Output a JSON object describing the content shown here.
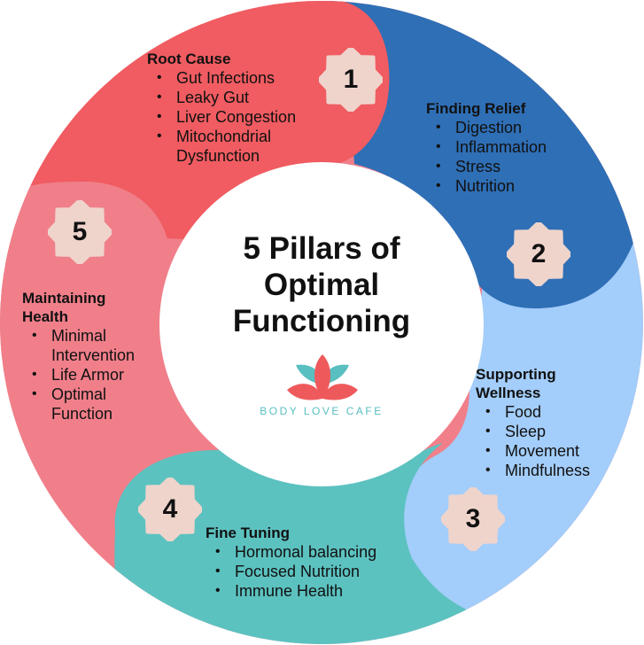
{
  "title": "5 Pillars of Optimal Functioning",
  "title_lines": [
    "5 Pillars of",
    "Optimal",
    "Functioning"
  ],
  "brand": {
    "name": "BODY LOVE CAFE",
    "logo_icon": "lotus-icon",
    "colors": {
      "petal_coral": "#ee5a5c",
      "petal_teal": "#59bfc1"
    }
  },
  "colors": {
    "pillar1": "#f05c61",
    "pillar2": "#2f6fb6",
    "pillar3": "#a3cdfa",
    "pillar4": "#5cc2c0",
    "pillar5": "#f07f8a",
    "badge": "#efd4cc",
    "center": "#ffffff"
  },
  "pillars": [
    {
      "number": "1",
      "title": "Root Cause",
      "items": [
        "Gut Infections",
        "Leaky Gut",
        "Liver Congestion",
        "Mitochondrial Dysfunction"
      ]
    },
    {
      "number": "2",
      "title": "Finding Relief",
      "items": [
        "Digestion",
        "Inflammation",
        "Stress",
        "Nutrition"
      ]
    },
    {
      "number": "3",
      "title": "Supporting Wellness",
      "items": [
        "Food",
        "Sleep",
        "Movement",
        "Mindfulness"
      ]
    },
    {
      "number": "4",
      "title": "Fine Tuning",
      "items": [
        "Hormonal balancing",
        "Focused Nutrition",
        "Immune Health"
      ]
    },
    {
      "number": "5",
      "title": "Maintaining Health",
      "items": [
        "Minimal Intervention",
        "Life Armor",
        "Optimal Function"
      ]
    }
  ],
  "badge_icon": "star-badge-icon"
}
